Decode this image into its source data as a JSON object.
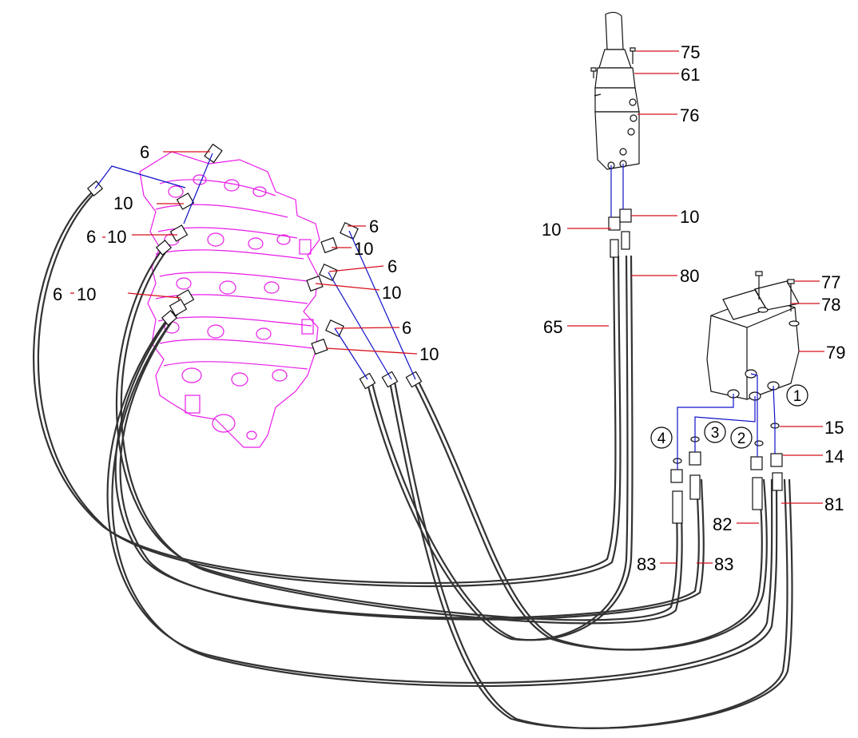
{
  "diagram": {
    "callouts": [
      {
        "id": "c-6-a",
        "text": "6"
      },
      {
        "id": "c-10-a",
        "text": "10"
      },
      {
        "id": "c-6-b",
        "text": "6"
      },
      {
        "id": "c-10-b",
        "text": "10"
      },
      {
        "id": "c-6-c",
        "text": "6"
      },
      {
        "id": "c-10-c",
        "text": "10"
      },
      {
        "id": "c-6-d",
        "text": "6"
      },
      {
        "id": "c-10-d",
        "text": "10"
      },
      {
        "id": "c-6-e",
        "text": "6"
      },
      {
        "id": "c-10-e",
        "text": "10"
      },
      {
        "id": "c-6-f",
        "text": "6"
      },
      {
        "id": "c-10-f",
        "text": "10"
      },
      {
        "id": "c-75",
        "text": "75"
      },
      {
        "id": "c-61",
        "text": "61"
      },
      {
        "id": "c-76",
        "text": "76"
      },
      {
        "id": "c-10-g",
        "text": "10"
      },
      {
        "id": "c-10-h",
        "text": "10"
      },
      {
        "id": "c-80",
        "text": "80"
      },
      {
        "id": "c-65",
        "text": "65"
      },
      {
        "id": "c-77",
        "text": "77"
      },
      {
        "id": "c-78",
        "text": "78"
      },
      {
        "id": "c-79",
        "text": "79"
      },
      {
        "id": "c-15",
        "text": "15"
      },
      {
        "id": "c-14",
        "text": "14"
      },
      {
        "id": "c-81",
        "text": "81"
      },
      {
        "id": "c-82",
        "text": "82"
      },
      {
        "id": "c-83-a",
        "text": "83"
      },
      {
        "id": "c-83-b",
        "text": "83"
      }
    ],
    "ports": [
      {
        "id": "port-1",
        "text": "1"
      },
      {
        "id": "port-2",
        "text": "2"
      },
      {
        "id": "port-3",
        "text": "3"
      },
      {
        "id": "port-4",
        "text": "4"
      }
    ]
  }
}
